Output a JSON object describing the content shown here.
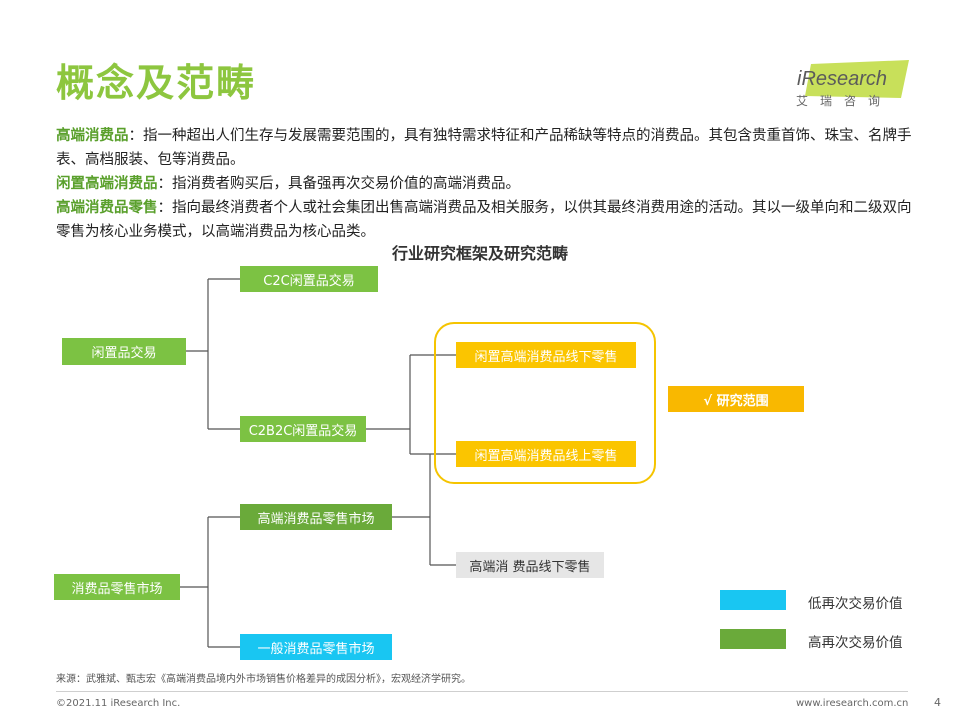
{
  "header": {
    "title": "概念及范畴",
    "logo_text": "iResearch",
    "logo_sub": "艾瑞咨询"
  },
  "definitions": [
    {
      "term": "高端消费品",
      "text": "：指一种超出人们生存与发展需要范围的，具有独特需求特征和产品稀缺等特点的消费品。其包含贵重首饰、珠宝、名牌手表、高档服装、包等消费品。"
    },
    {
      "term": "闲置高端消费品",
      "text": "：指消费者购买后，具备强再次交易价值的高端消费品。"
    },
    {
      "term": "高端消费品零售",
      "text": "：指向最终消费者个人或社会集团出售高端消费品及相关服务，以供其最终消费用途的活动。其以一级单向和二级双向零售为核心业务模式，以高端消费品为核心品类。"
    }
  ],
  "framework": {
    "title": "行业研究框架及研究范畴",
    "nodes": {
      "idle_trade": "闲置品交易",
      "c2c": "C2C闲置品交易",
      "c2b2c": "C2B2C闲置品交易",
      "offline_idle": "闲置高端消费品线下零售",
      "online_idle": "闲置高端消费品线上零售",
      "scope": "√ 研究范围",
      "consumer_retail": "消费品零售市场",
      "luxury_retail": "高端消费品零售市场",
      "luxury_offline": "高端消 费品线下零售",
      "general_retail": "一般消费品零售市场"
    }
  },
  "legend": [
    {
      "label": "低再次交易价值",
      "color": "#19c6f2"
    },
    {
      "label": "高再次交易价值",
      "color": "#6aaa3a"
    }
  ],
  "footer": {
    "source": "来源：武雅斌、甄志宏《高端消费品境内外市场销售价格差异的成因分析》，宏观经济学研究。",
    "copyright": "©2021.11 iResearch Inc.",
    "url": "www.iresearch.com.cn",
    "page": "4"
  }
}
